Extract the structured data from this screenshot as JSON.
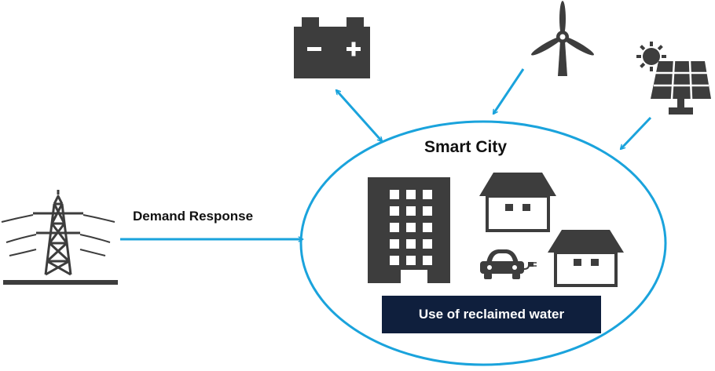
{
  "smart_city": {
    "title": "Smart City",
    "components": [
      "office-building",
      "house",
      "electric-car",
      "house"
    ],
    "feature_label": "Use of reclaimed water"
  },
  "grid": {
    "link_label": "Demand Response"
  },
  "energy_sources": [
    "battery-icon",
    "wind-turbine-icon",
    "solar-panel-icon"
  ],
  "colors": {
    "arrow": "#1aa3dc",
    "icon": "#3d3d3d",
    "label_box": "#0f1f3d"
  }
}
